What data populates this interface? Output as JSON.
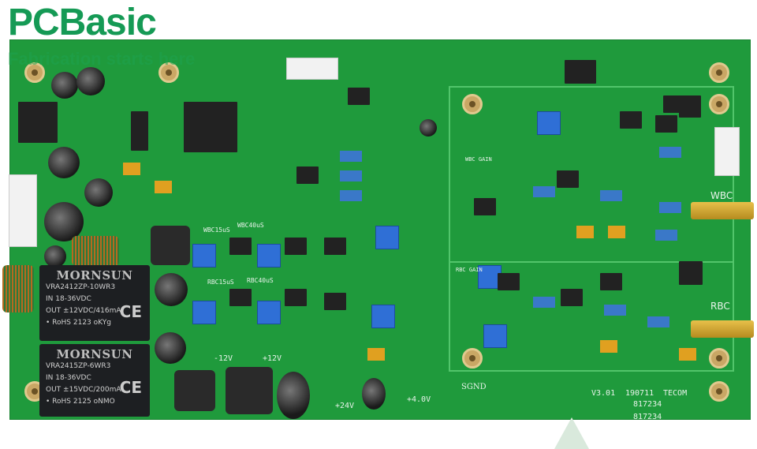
{
  "logo": {
    "name": "PCBasic",
    "tagline": "Fabrication starts here",
    "color": "#159a55"
  },
  "modules": [
    {
      "brand": "MORNSUN",
      "model": "VRA2412ZP-10WR3",
      "input": "IN  18-36VDC",
      "output": "OUT  ±12VDC/416mA",
      "rohs": "• RoHS  2123  oKYg",
      "mark": "CE"
    },
    {
      "brand": "MORNSUN",
      "model": "VRA2415ZP-6WR3",
      "input": "IN  18-36VDC",
      "output": "OUT  ±15VDC/200mA",
      "rohs": "• RoHS 2125 oNMO",
      "mark": "CE"
    }
  ],
  "silkscreen": {
    "wbc": "WBC",
    "rbc": "RBC",
    "sgnd": "SGND",
    "version": "V3.01",
    "date": "190711",
    "maker": "TECOM",
    "serial1": "817234",
    "serial2": "817234",
    "p24": "+24V",
    "p4": "+4.0V",
    "m12": "-12V",
    "p12": "+12V",
    "rbc15": "RBC15uS",
    "rbc40": "RBC40uS",
    "wbc15": "WBC15uS",
    "wbc40": "WBC40uS",
    "wbcgain": "WBC GAIN",
    "rbcgain": "RBC GAIN"
  },
  "colors": {
    "board": "#1f9a3c",
    "silk": "#e8f3ea",
    "pot": "#2f6fd6"
  }
}
